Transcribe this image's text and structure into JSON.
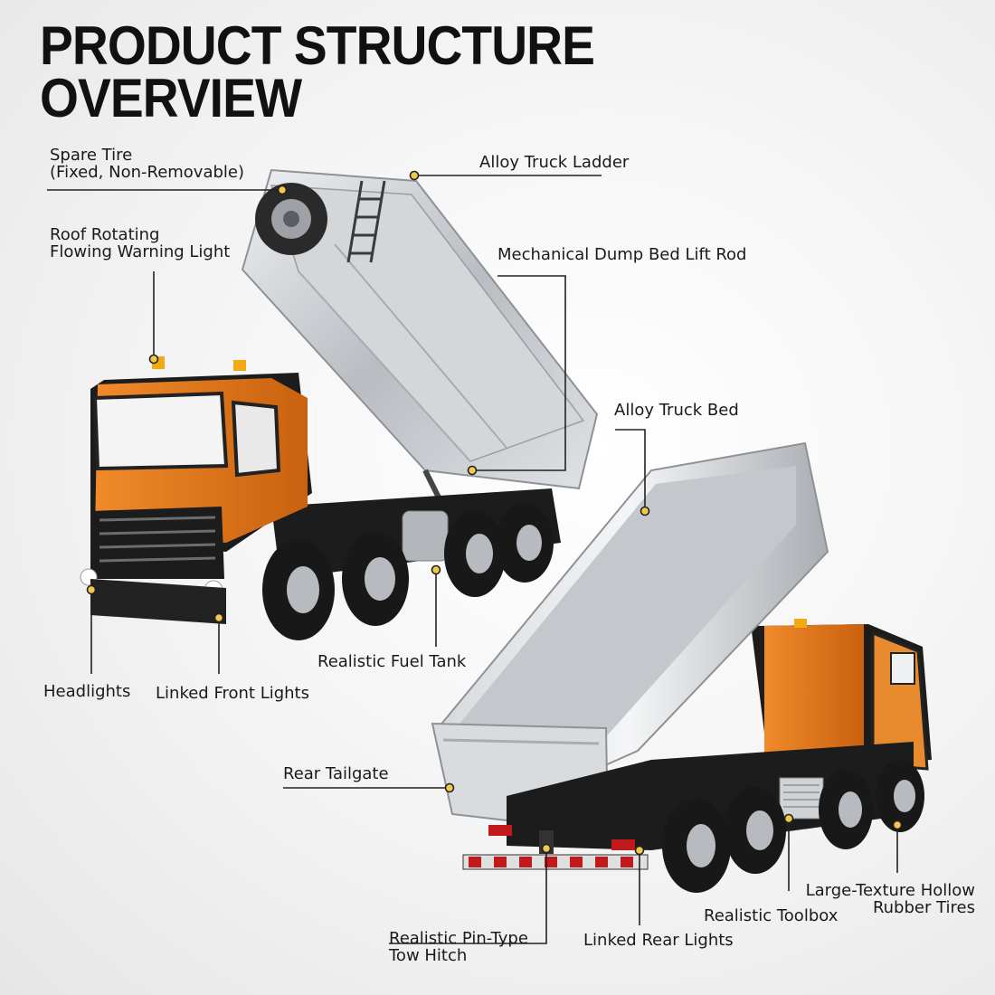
{
  "title": {
    "line1": "PRODUCT STRUCTURE",
    "line2": "OVERVIEW"
  },
  "labels": {
    "spare_tire": {
      "line1": "Spare Tire",
      "line2": "(Fixed, Non-Removable)"
    },
    "ladder": "Alloy Truck Ladder",
    "warning_light": {
      "line1": "Roof Rotating",
      "line2": "Flowing Warning Light"
    },
    "lift_rod": "Mechanical Dump Bed Lift Rod",
    "truck_bed": "Alloy Truck Bed",
    "fuel_tank": "Realistic Fuel Tank",
    "headlights": "Headlights",
    "front_lights": "Linked Front Lights",
    "tailgate": "Rear Tailgate",
    "tires": {
      "line1": "Large-Texture Hollow",
      "line2": "Rubber Tires"
    },
    "toolbox": "Realistic Toolbox",
    "tow_hitch": {
      "line1": "Realistic Pin-Type",
      "line2": "Tow Hitch"
    },
    "rear_lights": "Linked Rear Lights"
  },
  "colors": {
    "cab_orange": "#e8781c",
    "bed_silver": "#c9ccd0",
    "chassis_black": "#1c1c1c",
    "leader_line": "#222222",
    "marker_fill": "#f2c94c"
  }
}
